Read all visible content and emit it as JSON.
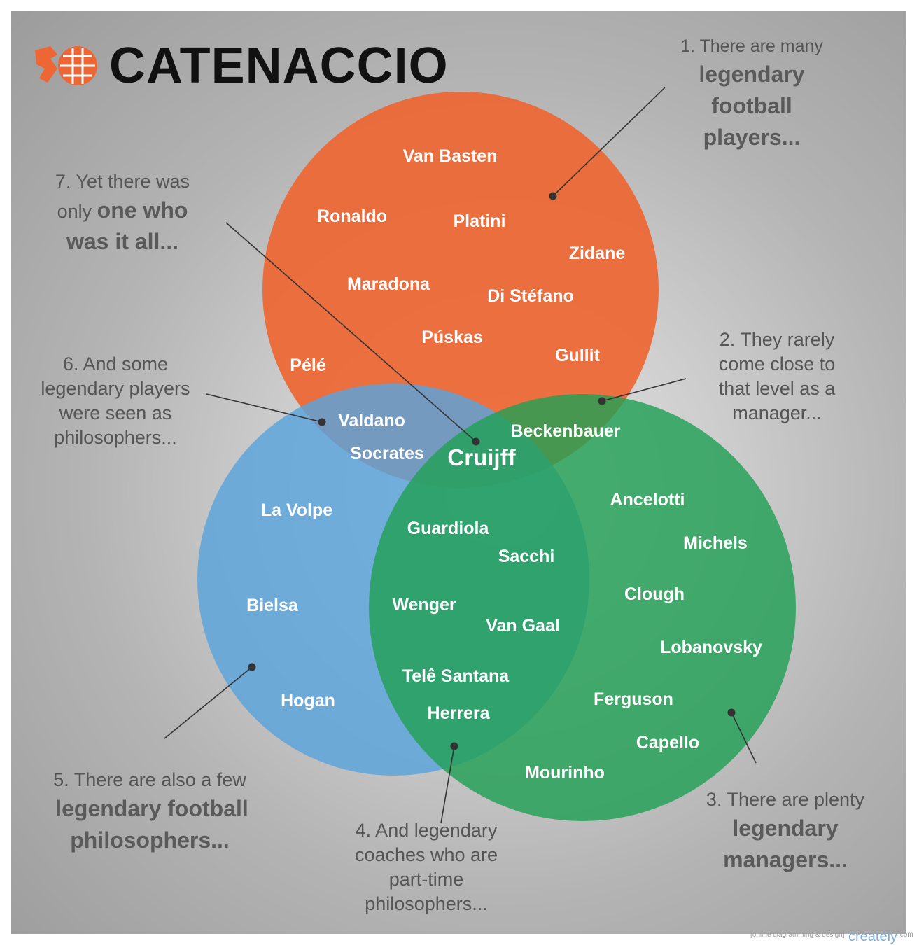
{
  "brand": {
    "title": "CATENACCIO"
  },
  "colors": {
    "players": "#ee6633",
    "managers": "#32a05a",
    "philosophers": "#6ea8da",
    "annotation_text": "#555555",
    "leader_line": "#333333"
  },
  "circles": {
    "players": [
      "Van Basten",
      "Ronaldo",
      "Platini",
      "Zidane",
      "Maradona",
      "Di Stéfano",
      "Púskas",
      "Gullit",
      "Pélé"
    ],
    "players_philosophers": [
      "Valdano",
      "Socrates"
    ],
    "players_managers": [
      "Beckenbauer"
    ],
    "all_three": [
      "Cruijff"
    ],
    "philosophers": [
      "La Volpe",
      "Bielsa",
      "Hogan"
    ],
    "managers_philosophers": [
      "Guardiola",
      "Sacchi",
      "Wenger",
      "Van Gaal",
      "Telê Santana",
      "Herrera"
    ],
    "managers": [
      "Ancelotti",
      "Michels",
      "Clough",
      "Lobanovsky",
      "Ferguson",
      "Capello",
      "Mourinho"
    ]
  },
  "annotations": {
    "a1": {
      "lines": [
        "1. There are many"
      ],
      "bold": [
        "legendary",
        "football",
        "players..."
      ]
    },
    "a2": {
      "lines": [
        "2. They rarely",
        "come close to",
        "that level as a",
        "manager..."
      ]
    },
    "a3": {
      "lines": [
        "3. There are plenty"
      ],
      "bold": [
        "legendary",
        "managers..."
      ]
    },
    "a4": {
      "lines": [
        "4. And legendary",
        "coaches who are",
        "part-time",
        "philosophers..."
      ]
    },
    "a5": {
      "lines": [
        "5. There are also a few"
      ],
      "bold": [
        "legendary football",
        "philosophers..."
      ]
    },
    "a6": {
      "lines": [
        "6. And some",
        "legendary players",
        "were seen as",
        "philosophers..."
      ]
    },
    "a7": {
      "lines": [
        "7.  Yet there was"
      ],
      "mixed_plain": "only ",
      "mixed_bold": "one who",
      "bold": [
        "was it all..."
      ]
    }
  },
  "credit": {
    "small": "[online diagramming & design]",
    "logo": "creately",
    "suffix": ".com"
  }
}
